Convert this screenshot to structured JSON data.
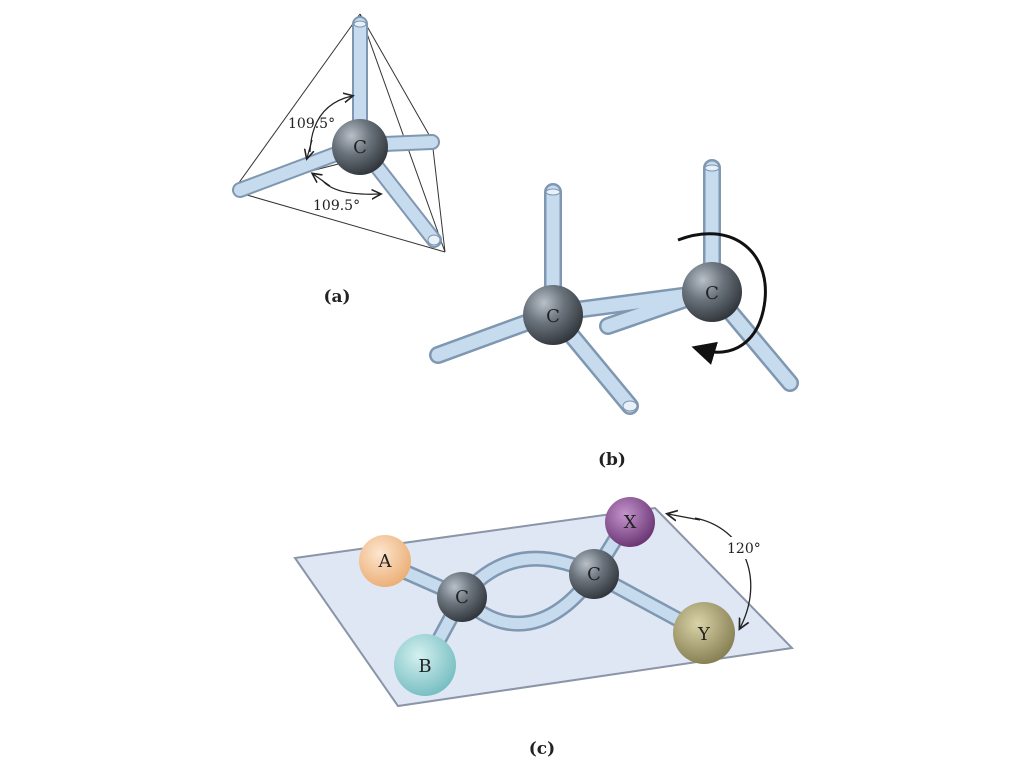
{
  "panels": {
    "a": {
      "label": "(a)",
      "atom": "C",
      "angle_top": "109.5°",
      "angle_bottom": "109.5°"
    },
    "b": {
      "label": "(b)",
      "atom_left": "C",
      "atom_right": "C"
    },
    "c": {
      "label": "(c)",
      "atom_left": "C",
      "atom_right": "C",
      "angle": "120°",
      "substituents": {
        "A": "A",
        "B": "B",
        "X": "X",
        "Y": "Y"
      }
    }
  },
  "colors": {
    "bond": "#bcd4ec",
    "bond_edge": "#7f97b0",
    "carbon": "#5f6770",
    "sub_A": "#f4c79a",
    "sub_B": "#9fd4d6",
    "sub_X": "#8a4c93",
    "sub_Y": "#a9a273",
    "plane": "#dbe4f4"
  }
}
